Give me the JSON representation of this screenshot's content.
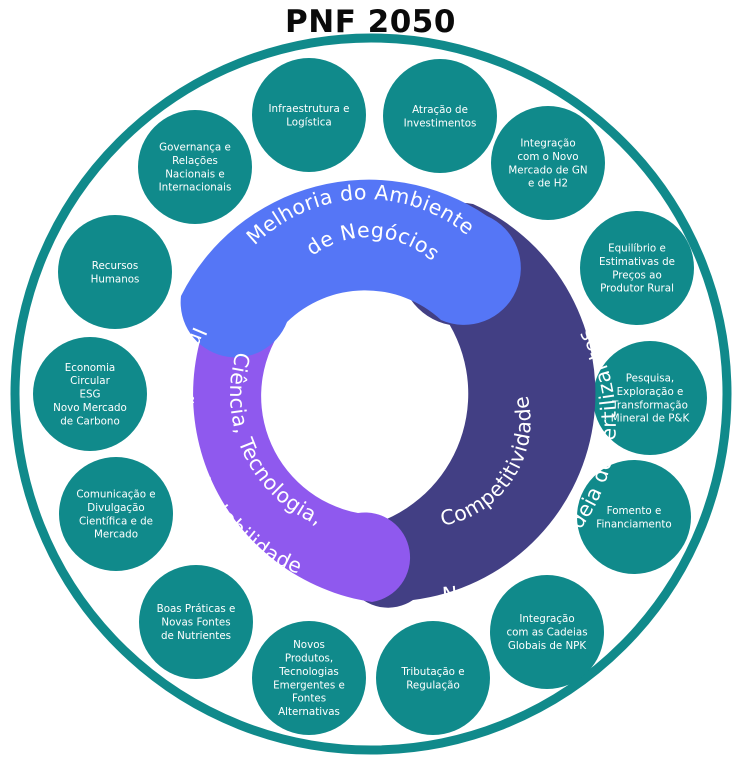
{
  "title": "PNF 2050",
  "colors": {
    "teal": "#108a8b",
    "blue_segment": "#5576f6",
    "violet_segment": "#8f59ee",
    "navy_segment": "#423f84",
    "outer_ring": "#108a8b"
  },
  "core": {
    "segments": [
      {
        "id": "ambiente",
        "lines": [
          "Melhoria do Ambiente",
          "de Negócios"
        ]
      },
      {
        "id": "competitividade",
        "lines": [
          "Competitividade",
          "Nacional da Cadeia de Fertilizantes"
        ]
      },
      {
        "id": "ciencia",
        "lines": [
          "Ciência, Tecnologia,",
          "Inovação e Sustentabilidade"
        ]
      }
    ]
  },
  "bubbles": [
    {
      "id": "infraestrutura",
      "lines": [
        "Infraestrutura e",
        "Logística"
      ]
    },
    {
      "id": "atracao",
      "lines": [
        "Atração de",
        "Investimentos"
      ]
    },
    {
      "id": "integracao-gn",
      "lines": [
        "Integração",
        "com o Novo",
        "Mercado de GN",
        "e de H2"
      ]
    },
    {
      "id": "equilibrio",
      "lines": [
        "Equilíbrio e",
        "Estimativas de",
        "Preços ao",
        "Produtor Rural"
      ]
    },
    {
      "id": "pesquisa",
      "lines": [
        "Pesquisa,",
        "Exploração e",
        "Transformação",
        "Mineral de P&K"
      ]
    },
    {
      "id": "fomento",
      "lines": [
        "Fomento e",
        "Financiamento"
      ]
    },
    {
      "id": "integracao-npk",
      "lines": [
        "Integração",
        "com as Cadeias",
        "Globais de NPK"
      ]
    },
    {
      "id": "tributacao",
      "lines": [
        "Tributação e",
        "Regulação"
      ]
    },
    {
      "id": "novos-produtos",
      "lines": [
        "Novos",
        "Produtos,",
        "Tecnologias",
        "Emergentes e",
        "Fontes",
        "Alternativas"
      ]
    },
    {
      "id": "boas-praticas",
      "lines": [
        "Boas Práticas e",
        "Novas Fontes",
        "de Nutrientes"
      ]
    },
    {
      "id": "comunicacao",
      "lines": [
        "Comunicação e",
        "Divulgação",
        "Científica e de",
        "Mercado"
      ]
    },
    {
      "id": "economia",
      "lines": [
        "Economia",
        "Circular",
        "ESG",
        "Novo Mercado",
        "de Carbono"
      ]
    },
    {
      "id": "recursos",
      "lines": [
        "Recursos",
        "Humanos"
      ]
    },
    {
      "id": "governanca",
      "lines": [
        "Governança e",
        "Relações",
        "Nacionais e",
        "Internacionais"
      ]
    }
  ]
}
